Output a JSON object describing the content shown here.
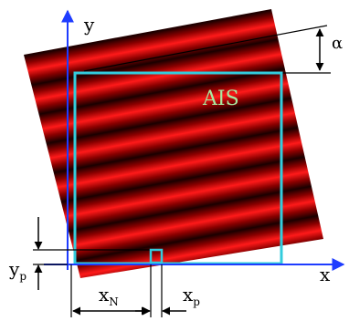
{
  "labels": {
    "x_axis": "x",
    "y_axis": "y",
    "alpha": "α",
    "region": "AIS",
    "x_n": "x",
    "x_n_sub": "N",
    "x_p": "x",
    "x_p_sub": "p",
    "y_p": "y",
    "y_p_sub": "p"
  },
  "colors": {
    "pattern_dark": "#1a0000",
    "pattern_mid": "#8b0000",
    "pattern_bright": "#ff1a1a",
    "axis_blue": "#1e3cff",
    "ais_outline": "#33ccdd",
    "ais_text": "#a8e8a0",
    "ink": "#000000"
  },
  "stripe_count": 9
}
